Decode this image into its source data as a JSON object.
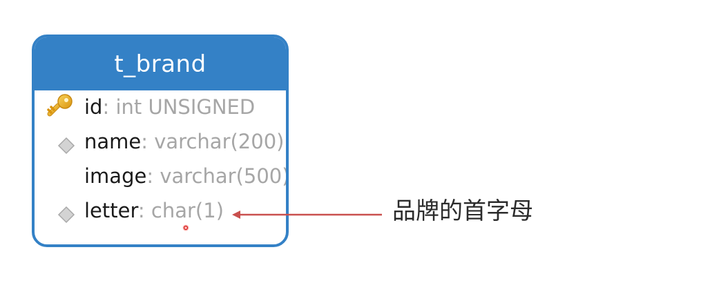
{
  "entity": {
    "title": "t_brand",
    "header_color": "#3481c6",
    "fields": [
      {
        "name": "id",
        "separator": ": ",
        "type": "int UNSIGNED",
        "icon": "primary-key-icon"
      },
      {
        "name": "name",
        "separator": ": ",
        "type": "varchar(200)",
        "icon": "nullable-diamond-icon"
      },
      {
        "name": "image",
        "separator": ": ",
        "type": "varchar(500)",
        "icon": "none"
      },
      {
        "name": "letter",
        "separator": ": ",
        "type": "char(1)",
        "icon": "nullable-diamond-icon"
      }
    ]
  },
  "annotation": {
    "label": "品牌的首字母",
    "arrow_color": "#c9504e",
    "target": "letter"
  }
}
